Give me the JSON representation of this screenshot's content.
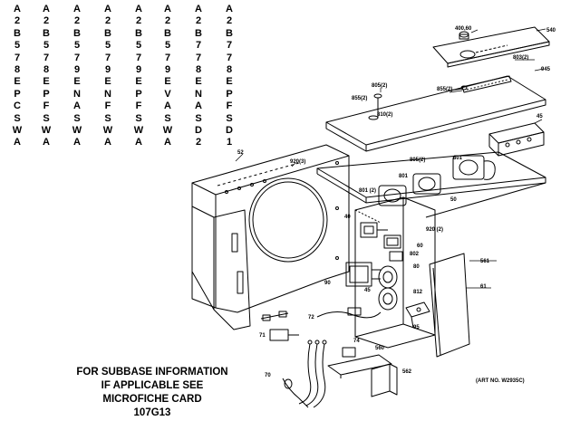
{
  "model_columns": [
    [
      "A",
      "2",
      "B",
      "5",
      "7",
      "8",
      "E",
      "P",
      "C",
      "S",
      "W",
      "A"
    ],
    [
      "A",
      "2",
      "B",
      "5",
      "7",
      "8",
      "E",
      "P",
      "F",
      "S",
      "W",
      "A"
    ],
    [
      "A",
      "2",
      "B",
      "5",
      "7",
      "9",
      "E",
      "N",
      "A",
      "S",
      "W",
      "A"
    ],
    [
      "A",
      "2",
      "B",
      "5",
      "7",
      "9",
      "E",
      "N",
      "F",
      "S",
      "W",
      "A"
    ],
    [
      "A",
      "2",
      "B",
      "5",
      "7",
      "9",
      "E",
      "P",
      "F",
      "S",
      "W",
      "A"
    ],
    [
      "A",
      "2",
      "B",
      "5",
      "7",
      "9",
      "E",
      "V",
      "A",
      "S",
      "W",
      "A"
    ],
    [
      "A",
      "2",
      "B",
      "7",
      "7",
      "8",
      "E",
      "N",
      "A",
      "S",
      "D",
      "2"
    ],
    [
      "A",
      "2",
      "B",
      "7",
      "7",
      "8",
      "E",
      "P",
      "F",
      "S",
      "D",
      "1"
    ]
  ],
  "callouts": [
    {
      "id": "c-400",
      "text": "400,60"
    },
    {
      "id": "c-540",
      "text": "540"
    },
    {
      "id": "c-803a",
      "text": "803(2)"
    },
    {
      "id": "c-945",
      "text": "945"
    },
    {
      "id": "c-805",
      "text": "805(2)"
    },
    {
      "id": "c-855",
      "text": "855(2)"
    },
    {
      "id": "c-855b",
      "text": "855(2)"
    },
    {
      "id": "c-810",
      "text": "810(2)"
    },
    {
      "id": "c-45",
      "text": "45"
    },
    {
      "id": "c-52",
      "text": "52"
    },
    {
      "id": "c-920",
      "text": "920(3)"
    },
    {
      "id": "c-805b",
      "text": "805(2)"
    },
    {
      "id": "c-801",
      "text": "801"
    },
    {
      "id": "c-801b",
      "text": "801"
    },
    {
      "id": "c-801c",
      "text": "801 (2)"
    },
    {
      "id": "c-40",
      "text": "40"
    },
    {
      "id": "c-50",
      "text": "50"
    },
    {
      "id": "c-920b",
      "text": "920 (2)"
    },
    {
      "id": "c-60",
      "text": "60"
    },
    {
      "id": "c-802",
      "text": "802"
    },
    {
      "id": "c-80",
      "text": "80"
    },
    {
      "id": "c-561",
      "text": "561"
    },
    {
      "id": "c-61",
      "text": "61"
    },
    {
      "id": "c-90",
      "text": "90"
    },
    {
      "id": "c-45b",
      "text": "45"
    },
    {
      "id": "c-812",
      "text": "812"
    },
    {
      "id": "c-95",
      "text": "95"
    },
    {
      "id": "c-72",
      "text": "72"
    },
    {
      "id": "c-71",
      "text": "71"
    },
    {
      "id": "c-74",
      "text": "74"
    },
    {
      "id": "c-560",
      "text": "560"
    },
    {
      "id": "c-70",
      "text": "70"
    },
    {
      "id": "c-562",
      "text": "562"
    }
  ],
  "note_lines": [
    "FOR SUBBASE INFORMATION",
    "IF APPLICABLE SEE",
    "MICROFICHE CARD",
    "107G13"
  ],
  "art_ref": "(ART NO. W2935C)"
}
